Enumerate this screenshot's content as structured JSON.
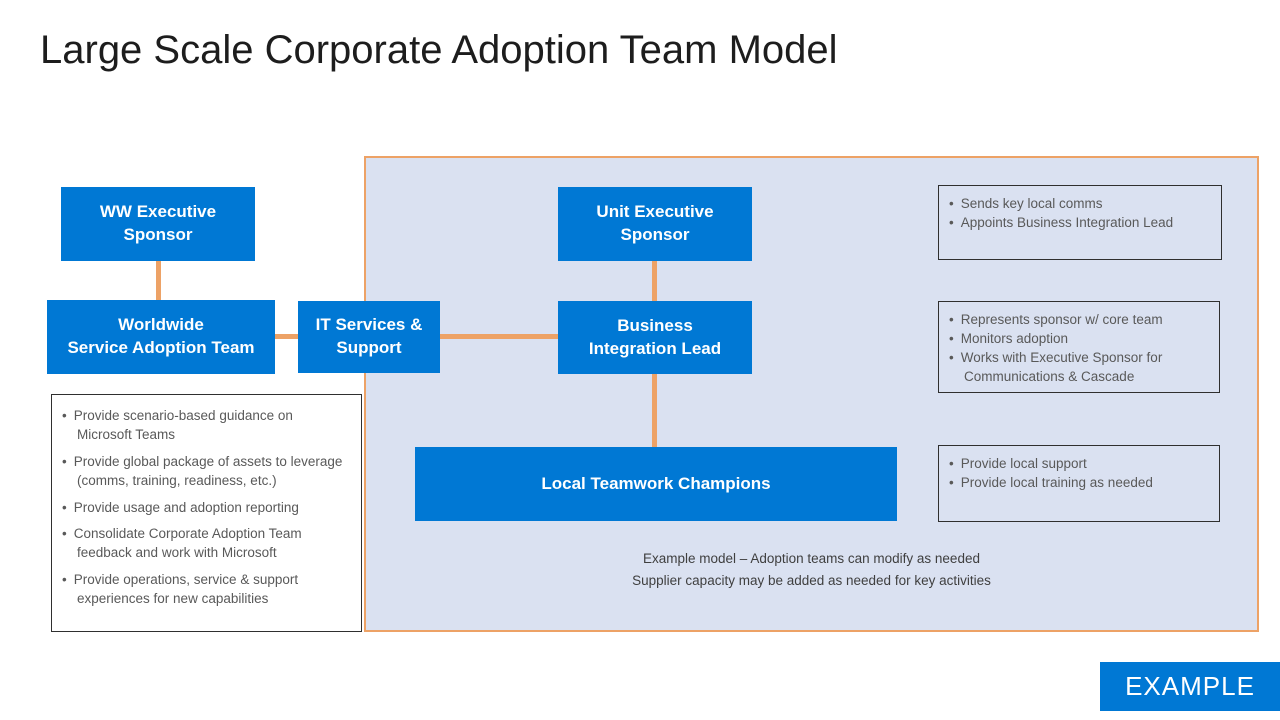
{
  "slide": {
    "title": "Large Scale Corporate Adoption Team Model",
    "badge_label": "EXAMPLE",
    "captions": {
      "line1": "Example model – Adoption teams can modify as needed",
      "line2": "Supplier capacity may be added as needed for key activities"
    }
  },
  "org_boxes": {
    "ww_executive_sponsor": {
      "label": "WW Executive\nSponsor"
    },
    "worldwide_service_adoption_team": {
      "label": "Worldwide\nService Adoption Team"
    },
    "it_services_support": {
      "label": "IT Services &\nSupport"
    },
    "unit_executive_sponsor": {
      "label": "Unit Executive\nSponsor"
    },
    "business_integration_lead": {
      "label": "Business\nIntegration Lead"
    },
    "local_teamwork_champions": {
      "label": "Local Teamwork Champions"
    }
  },
  "notes": {
    "worldwide_team_responsibilities": [
      "Provide scenario-based guidance on Microsoft Teams",
      "Provide global package of assets to leverage (comms, training, readiness, etc.)",
      "Provide usage and adoption reporting",
      "Consolidate Corporate Adoption Team feedback and work with Microsoft",
      "Provide operations, service & support experiences for new capabilities"
    ],
    "unit_sponsor_responsibilities": [
      "Sends key local comms",
      "Appoints Business Integration Lead"
    ],
    "integration_lead_responsibilities": [
      "Represents sponsor w/ core team",
      "Monitors adoption",
      "Works with Executive Sponsor for Communications & Cascade"
    ],
    "champions_responsibilities": [
      "Provide local support",
      "Provide local training as needed"
    ]
  },
  "colors": {
    "box_blue": "#0078D4",
    "connector_orange": "#EDA266",
    "panel_fill": "#DAE1F1"
  }
}
